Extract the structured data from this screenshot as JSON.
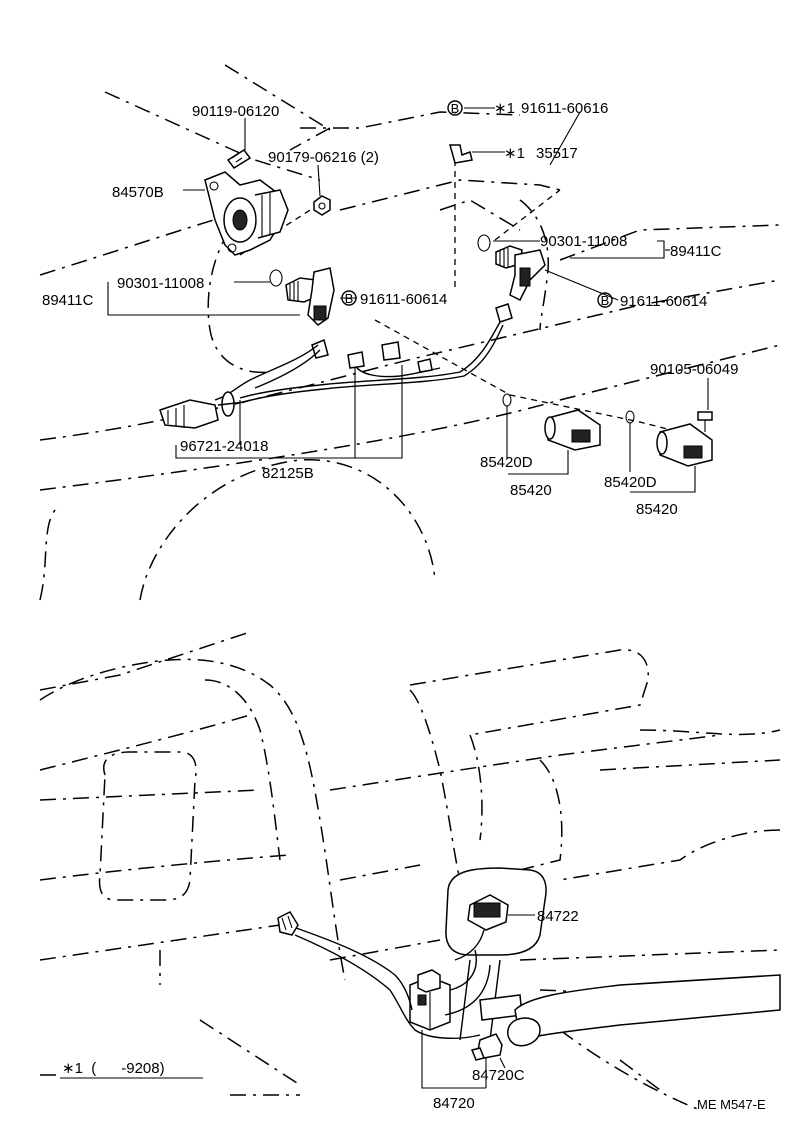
{
  "labels": {
    "p90119": "90119-06120",
    "p90179": "90179-06216 (2)",
    "p84570": "84570B",
    "p89411_left": "89411C",
    "p90301_left": "90301-11008",
    "p91611_left": "91611-60614",
    "p96721": "96721-24018",
    "p82125": "82125B",
    "p91611_top": "91611-60616",
    "p35517": "35517",
    "star1_a": "∗1",
    "star1_b": "∗1",
    "p90301_right": "90301-11008",
    "p89411_right": "89411C",
    "p91611_right": "91611-60614",
    "p90105": "90105-06049",
    "p85420d_a": "85420D",
    "p85420_a": "85420",
    "p85420d_b": "85420D",
    "p85420_b": "85420",
    "p84722": "84722",
    "p84720c": "84720C",
    "p84720": "84720",
    "footnote": "∗1  (      -9208)",
    "drawing_code": "ME M547-E",
    "circle_b": "B"
  }
}
